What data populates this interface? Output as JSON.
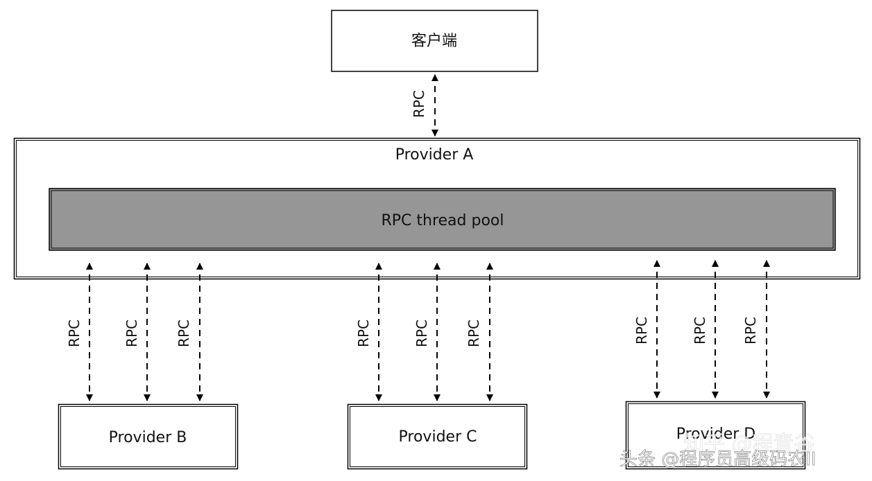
{
  "diagram": {
    "client": {
      "label": "客户端"
    },
    "provider_a": {
      "label": "Provider A"
    },
    "thread_pool": {
      "label": "RPC thread pool"
    },
    "provider_b": {
      "label": "Provider B"
    },
    "provider_c": {
      "label": "Provider C"
    },
    "provider_d": {
      "label": "Provider D"
    },
    "connector_label": "RPC",
    "colors": {
      "thread_pool_fill": "#969696",
      "line": "#000000",
      "box_fill": "#ffffff"
    }
  },
  "watermark": {
    "zhihu": "知乎 @程青谷",
    "toutiao": "头条 @程序员高级码农II"
  }
}
